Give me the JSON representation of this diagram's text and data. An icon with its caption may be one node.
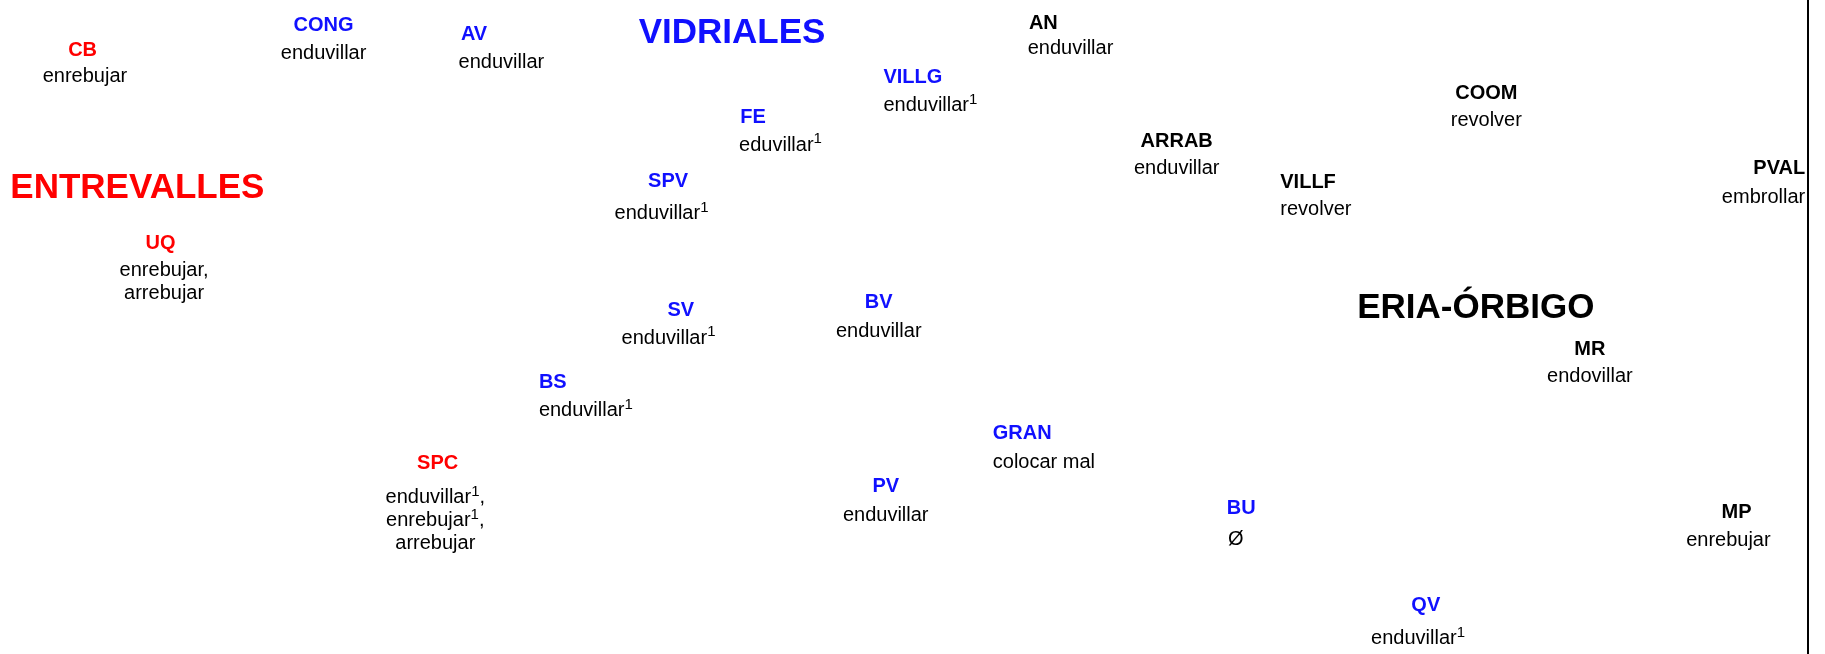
{
  "diagram": {
    "labels": [
      "CONG",
      "enduvillar",
      "VIDRIALES",
      "AN",
      "enduvillar",
      "AV",
      "enduvillar",
      "CB",
      "enrebujar",
      "VILLG",
      "enduvillar$^{1}$",
      "COOM",
      "revolver",
      "FE",
      "eduvillar$^{1}$",
      "ARRAB",
      "enduvillar",
      "ENTREVALLES",
      "SPV",
      "enduvillar$^{1}$",
      "VILLF",
      "revolver",
      "PVAL",
      "embrollar",
      "UQ",
      "enrebujar, arrebujar",
      "SV",
      "enduvillar$^{1}$",
      "BV",
      "enduvillar",
      "ERIA-ÓRBIGO",
      "MR",
      "endovillar",
      "BS",
      "enduvillar$^{1}$",
      "GRAN",
      "colocar mal",
      "SPC",
      "enduvillar$^{1}$, enrebujar$^{1}$, arrebujar",
      "PV",
      "enduvillar",
      "BU",
      "Ø",
      "MP",
      "enrebujar",
      "QV",
      "enduvillar$^{1}$"
    ]
  }
}
